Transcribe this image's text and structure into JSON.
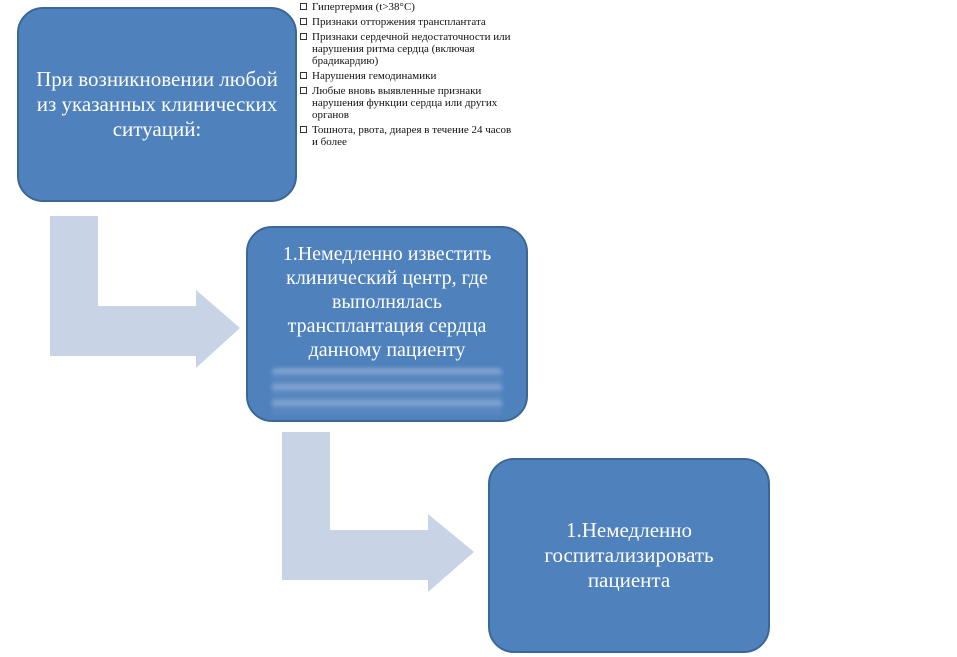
{
  "colors": {
    "box_fill": "#4f81bd",
    "box_border": "#3a6797",
    "arrow_fill": "#c9d3e6"
  },
  "boxes": [
    {
      "text": "При возникновении любой из указанных клинических ситуаций:"
    },
    {
      "text": "1.Немедленно известить клинический центр, где выполнялась трансплантация сердца данному пациенту"
    },
    {
      "text": "1.Немедленно госпитализировать пациента"
    }
  ],
  "conditions": [
    "Гипертермия (t>38°C)",
    "Признаки отторжения трансплантата",
    "Признаки сердечной недостаточности или нарушения ритма сердца (включая брадикардию)",
    "Нарушения гемодинамики",
    "Любые вновь выявленные признаки нарушения функции сердца или других органов",
    "Тошнота, рвота, диарея в течение 24 часов и более"
  ]
}
